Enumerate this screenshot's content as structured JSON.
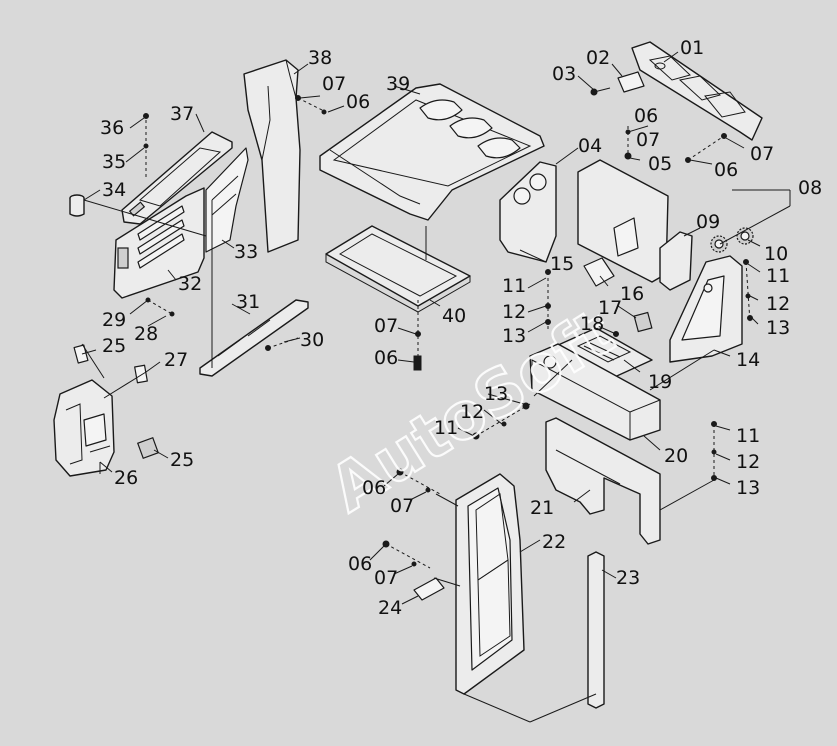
{
  "watermark": "AutoSoft",
  "callouts": [
    {
      "id": "c01",
      "text": "01"
    },
    {
      "id": "c02",
      "text": "02"
    },
    {
      "id": "c03",
      "text": "03"
    },
    {
      "id": "c04",
      "text": "04"
    },
    {
      "id": "c05",
      "text": "05"
    },
    {
      "id": "c06a",
      "text": "06"
    },
    {
      "id": "c06b",
      "text": "06"
    },
    {
      "id": "c06c",
      "text": "06"
    },
    {
      "id": "c06d",
      "text": "06"
    },
    {
      "id": "c06e",
      "text": "06"
    },
    {
      "id": "c06f",
      "text": "06"
    },
    {
      "id": "c07a",
      "text": "07"
    },
    {
      "id": "c07b",
      "text": "07"
    },
    {
      "id": "c07c",
      "text": "07"
    },
    {
      "id": "c07d",
      "text": "07"
    },
    {
      "id": "c07e",
      "text": "07"
    },
    {
      "id": "c07f",
      "text": "07"
    },
    {
      "id": "c08",
      "text": "08"
    },
    {
      "id": "c09",
      "text": "09"
    },
    {
      "id": "c10",
      "text": "10"
    },
    {
      "id": "c11a",
      "text": "11"
    },
    {
      "id": "c11b",
      "text": "11"
    },
    {
      "id": "c11c",
      "text": "11"
    },
    {
      "id": "c11d",
      "text": "11"
    },
    {
      "id": "c12a",
      "text": "12"
    },
    {
      "id": "c12b",
      "text": "12"
    },
    {
      "id": "c12c",
      "text": "12"
    },
    {
      "id": "c12d",
      "text": "12"
    },
    {
      "id": "c13a",
      "text": "13"
    },
    {
      "id": "c13b",
      "text": "13"
    },
    {
      "id": "c13c",
      "text": "13"
    },
    {
      "id": "c13d",
      "text": "13"
    },
    {
      "id": "c14",
      "text": "14"
    },
    {
      "id": "c15",
      "text": "15"
    },
    {
      "id": "c16",
      "text": "16"
    },
    {
      "id": "c17",
      "text": "17"
    },
    {
      "id": "c18",
      "text": "18"
    },
    {
      "id": "c19",
      "text": "19"
    },
    {
      "id": "c20",
      "text": "20"
    },
    {
      "id": "c21",
      "text": "21"
    },
    {
      "id": "c22",
      "text": "22"
    },
    {
      "id": "c23",
      "text": "23"
    },
    {
      "id": "c24",
      "text": "24"
    },
    {
      "id": "c25a",
      "text": "25"
    },
    {
      "id": "c25b",
      "text": "25"
    },
    {
      "id": "c26",
      "text": "26"
    },
    {
      "id": "c27",
      "text": "27"
    },
    {
      "id": "c28",
      "text": "28"
    },
    {
      "id": "c29",
      "text": "29"
    },
    {
      "id": "c30",
      "text": "30"
    },
    {
      "id": "c31",
      "text": "31"
    },
    {
      "id": "c32",
      "text": "32"
    },
    {
      "id": "c33",
      "text": "33"
    },
    {
      "id": "c34",
      "text": "34"
    },
    {
      "id": "c35",
      "text": "35"
    },
    {
      "id": "c36",
      "text": "36"
    },
    {
      "id": "c37",
      "text": "37"
    },
    {
      "id": "c38",
      "text": "38"
    },
    {
      "id": "c39",
      "text": "39"
    },
    {
      "id": "c40",
      "text": "40"
    }
  ]
}
